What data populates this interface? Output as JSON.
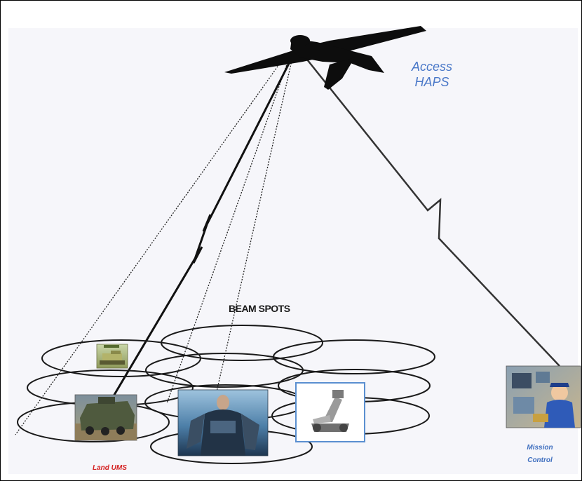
{
  "labels": {
    "haps_line1": "Access",
    "haps_line2": "HAPS",
    "beam_spots": "BEAM SPOTS",
    "land_ums": "Land UMS",
    "mission_line1": "Mission",
    "mission_line2": "Control"
  },
  "colors": {
    "haps_text": "#4a78c8",
    "land_text": "#d42020",
    "mission_text": "#3f6fbf",
    "robot_frame": "#5a8fd0"
  },
  "icons": {
    "drone": "drone-icon",
    "tank": "tank-icon",
    "apc": "armored-vehicle-icon",
    "soldier": "robot-soldier-icon",
    "robot": "ground-robot-icon",
    "control": "mission-control-icon"
  }
}
